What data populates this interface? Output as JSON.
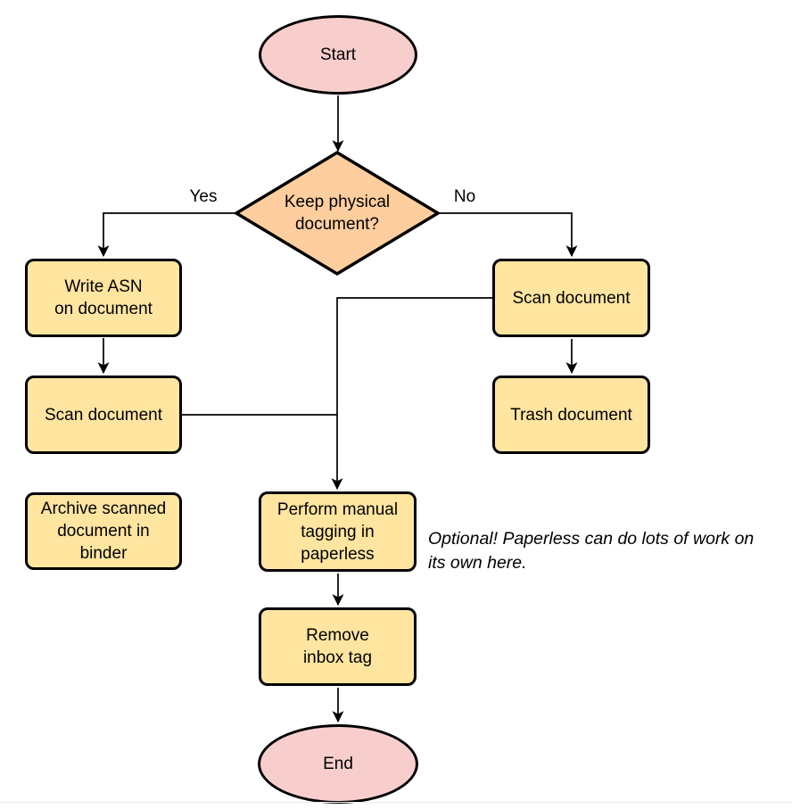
{
  "diagram": {
    "type": "flowchart",
    "colors": {
      "terminal_fill": "#F8CECC",
      "decision_fill": "#FFCE9E",
      "process_fill": "#FFE5A0",
      "stroke": "#000000"
    },
    "nodes": {
      "start": {
        "label": "Start",
        "shape": "ellipse"
      },
      "decision": {
        "label": "Keep physical\ndocument?",
        "shape": "diamond"
      },
      "write_asn": {
        "label": "Write ASN\non document",
        "shape": "rect"
      },
      "scan_left": {
        "label": "Scan document",
        "shape": "rect"
      },
      "archive": {
        "label": "Archive scanned\ndocument in\nbinder",
        "shape": "rect"
      },
      "scan_right": {
        "label": "Scan document",
        "shape": "rect"
      },
      "trash": {
        "label": "Trash document",
        "shape": "rect"
      },
      "tagging": {
        "label": "Perform manual\ntagging in\npaperless",
        "shape": "rect"
      },
      "remove_inbox": {
        "label": "Remove\ninbox tag",
        "shape": "rect"
      },
      "end": {
        "label": "End",
        "shape": "ellipse"
      }
    },
    "edge_labels": {
      "yes": "Yes",
      "no": "No"
    },
    "note": {
      "text": "Optional! Paperless can do lots of work on\nits own here."
    },
    "edges": [
      "start -> decision",
      "decision -Yes-> write_asn",
      "decision -No-> scan_right",
      "write_asn -> scan_left",
      "scan_left -> tagging",
      "scan_right -> tagging",
      "scan_right -> trash",
      "tagging -> remove_inbox",
      "remove_inbox -> end"
    ]
  }
}
